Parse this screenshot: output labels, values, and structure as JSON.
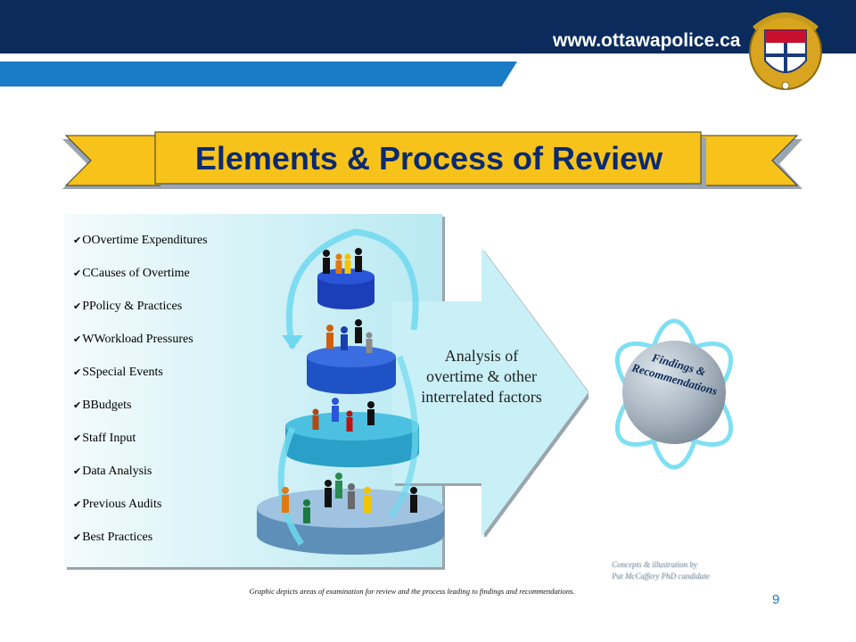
{
  "header": {
    "url": "www.ottawapolice.ca"
  },
  "slide": {
    "title": "Elements & Process of Review",
    "elements": [
      "OOvertime Expenditures",
      "CCauses of Overtime",
      "PPolicy & Practices",
      "WWorkload Pressures",
      "SSpecial Events",
      "BBudgets",
      "Staff Input",
      "Data Analysis",
      "Previous Audits",
      "Best Practices"
    ],
    "analysis_lines": [
      "Analysis of",
      "overtime & other",
      "interrelated factors"
    ],
    "findings_lines": [
      "Findings &",
      "Recommendations"
    ],
    "credit_lines": [
      "Concepts & illustration by",
      "Pat McCaffery PhD candidate"
    ],
    "caption": "Graphic depicts areas of examination for review and the process leading to findings and recommendations.",
    "page_number": "9"
  },
  "colors": {
    "header_navy": "#0a2b5c",
    "stripe_blue": "#1a7bc6",
    "banner_gold": "#f7c31a",
    "title_navy": "#0b2a6f",
    "arrow_cyan": "#c9f0f7"
  },
  "icons": [
    "crest-icon",
    "check-icon",
    "person-icon",
    "orbit-icon"
  ]
}
